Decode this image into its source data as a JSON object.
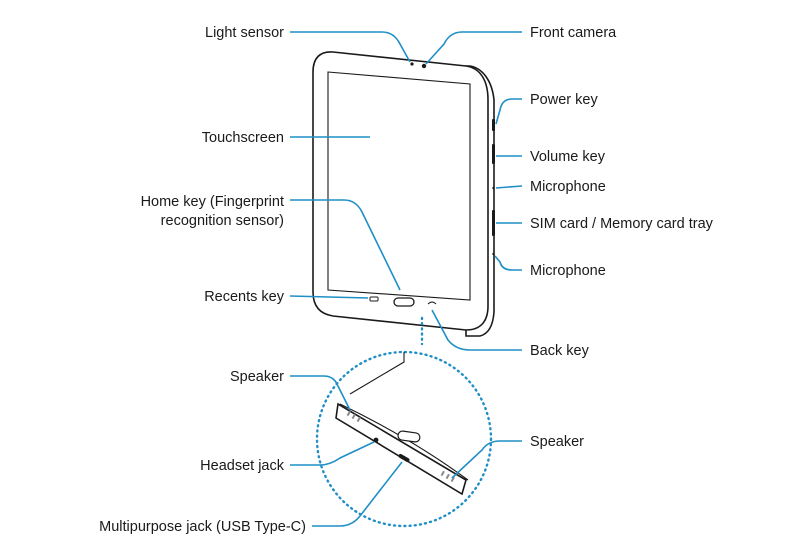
{
  "labels": {
    "light_sensor": "Light sensor",
    "front_camera": "Front camera",
    "power_key": "Power key",
    "volume_key": "Volume key",
    "microphone_top": "Microphone",
    "sim_tray": "SIM card / Memory card tray",
    "microphone_bottom": "Microphone",
    "touchscreen": "Touchscreen",
    "home_key_line1": "Home key (Fingerprint",
    "home_key_line2": "recognition sensor)",
    "recents_key": "Recents key",
    "back_key": "Back key",
    "speaker_left": "Speaker",
    "speaker_right": "Speaker",
    "headset_jack": "Headset jack",
    "multipurpose_jack": "Multipurpose jack (USB Type-C)"
  },
  "colors": {
    "leader": "#1f8fc6",
    "outline": "#1a1a1a",
    "text": "#1a1a1a"
  }
}
